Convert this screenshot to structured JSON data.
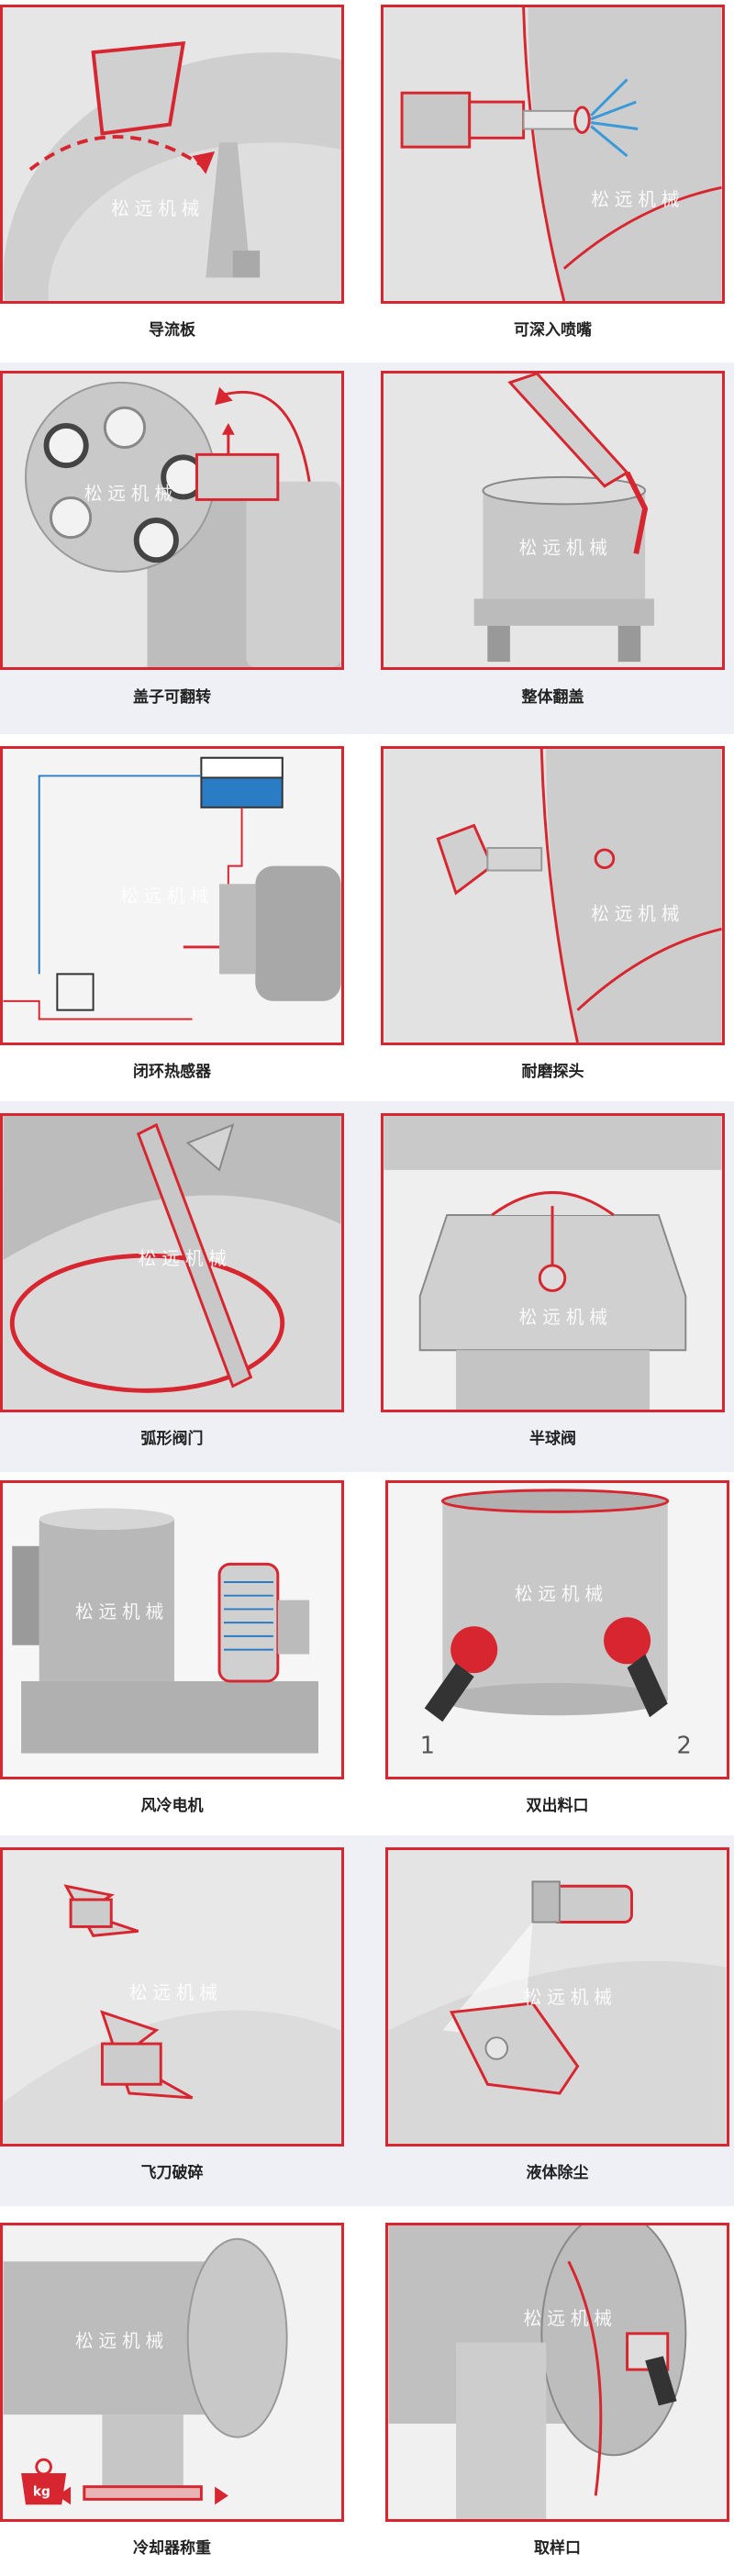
{
  "watermark": "松远机械",
  "colors": {
    "accent": "#d7262f",
    "band": "#eef0f5",
    "steel": "#c4c4c4"
  },
  "features": [
    {
      "label": "导流板"
    },
    {
      "label": "可深入喷嘴"
    },
    {
      "label": "盖子可翻转"
    },
    {
      "label": "整体翻盖"
    },
    {
      "label": "闭环热感器"
    },
    {
      "label": "耐磨探头"
    },
    {
      "label": "弧形阀门"
    },
    {
      "label": "半球阀"
    },
    {
      "label": "风冷电机"
    },
    {
      "label": "双出料口",
      "markers": [
        "1",
        "2"
      ]
    },
    {
      "label": "飞刀破碎"
    },
    {
      "label": "液体除尘"
    },
    {
      "label": "冷却器称重",
      "icon_text": "kg"
    },
    {
      "label": "取样口"
    }
  ]
}
